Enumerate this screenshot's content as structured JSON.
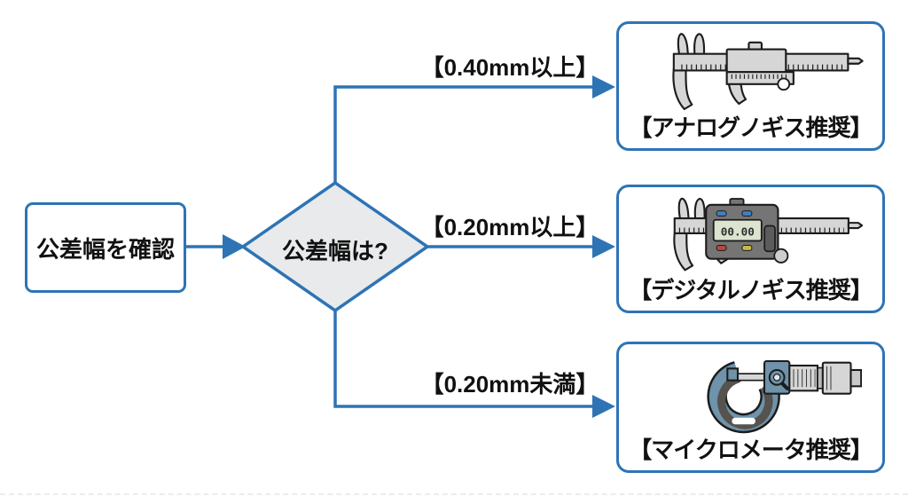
{
  "flowchart": {
    "start": {
      "label": "公差幅を確認"
    },
    "decision": {
      "label": "公差幅は?"
    },
    "branches": [
      {
        "condition": "【0.40mm以上】",
        "result": "【アナログノギス推奨】",
        "tool": "analog-caliper"
      },
      {
        "condition": "【0.20mm以上】",
        "result": "【デジタルノギス推奨】",
        "tool": "digital-caliper"
      },
      {
        "condition": "【0.20mm未満】",
        "result": "【マイクロメータ推奨】",
        "tool": "micrometer"
      }
    ],
    "digital_caliper_display": "00.00",
    "colors": {
      "connector_blue": "#2e74b5",
      "decision_fill": "#e8eaec",
      "text_black": "#111111",
      "tool_gray": "#d6d6d6",
      "micrometer_blue": "#6e93aa"
    }
  }
}
